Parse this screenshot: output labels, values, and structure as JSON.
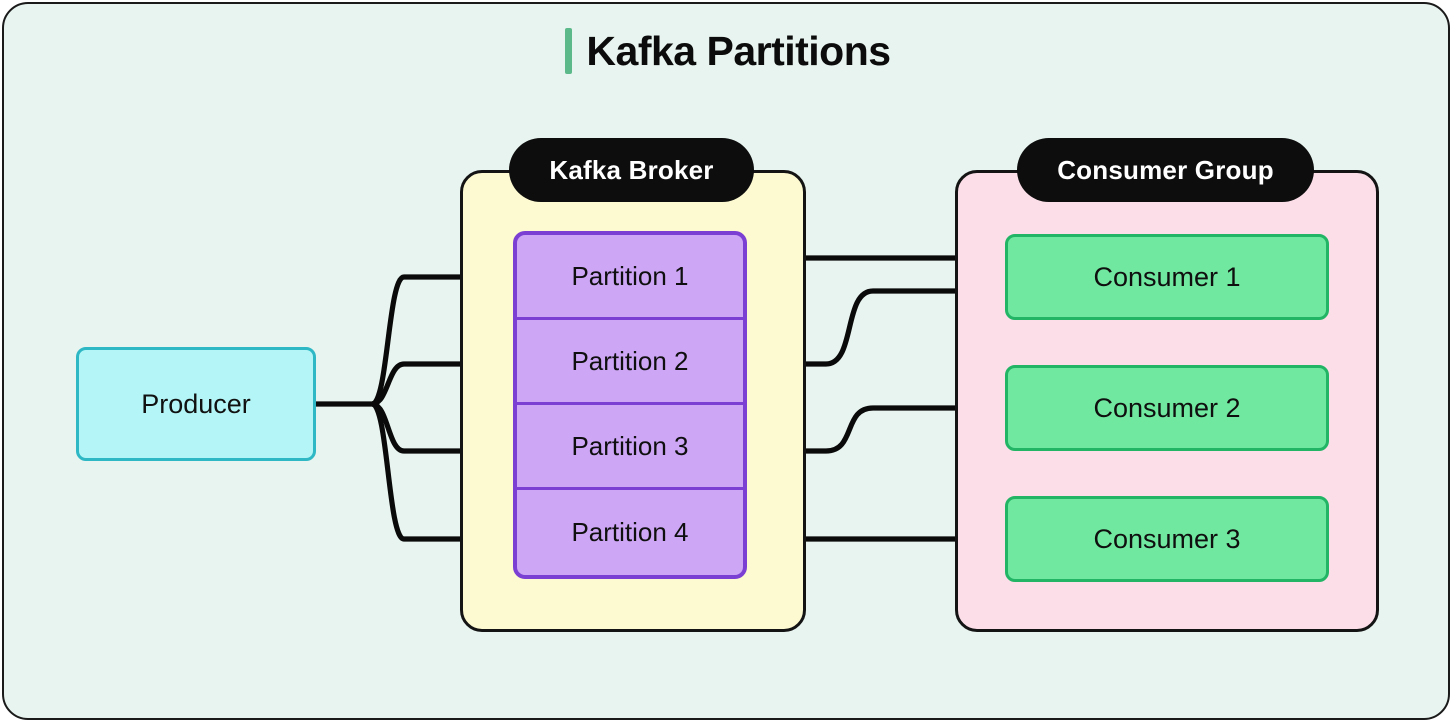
{
  "page": {
    "title": "Kafka Partitions",
    "accent_color": "#5cb98a",
    "background_color": "#e8f4ef",
    "frame_border_color": "#1a1a1a"
  },
  "producer": {
    "label": "Producer",
    "fill_color": "#b4f6f7",
    "border_color": "#2eb7c4"
  },
  "broker": {
    "pill_label": "Kafka Broker",
    "fill_color": "#fdf9d0",
    "border_color": "#141414",
    "partition_fill_color": "#cda6f5",
    "partition_border_color": "#7b3fd4",
    "partitions": [
      {
        "label": "Partition 1"
      },
      {
        "label": "Partition 2"
      },
      {
        "label": "Partition 3"
      },
      {
        "label": "Partition 4"
      }
    ]
  },
  "consumer_group": {
    "pill_label": "Consumer Group",
    "fill_color": "#fcdee9",
    "border_color": "#141414",
    "consumer_fill_color": "#70e8a0",
    "consumer_border_color": "#23b566",
    "consumers": [
      {
        "label": "Consumer 1"
      },
      {
        "label": "Consumer 2"
      },
      {
        "label": "Consumer 3"
      }
    ]
  },
  "connections": {
    "producer_to_partitions": [
      {
        "from": "Producer",
        "to": "Partition 1"
      },
      {
        "from": "Producer",
        "to": "Partition 2"
      },
      {
        "from": "Producer",
        "to": "Partition 3"
      },
      {
        "from": "Producer",
        "to": "Partition 4"
      }
    ],
    "partitions_to_consumers": [
      {
        "from": "Partition 1",
        "to": "Consumer 1"
      },
      {
        "from": "Partition 2",
        "to": "Consumer 1"
      },
      {
        "from": "Partition 3",
        "to": "Consumer 2"
      },
      {
        "from": "Partition 4",
        "to": "Consumer 3"
      }
    ]
  }
}
